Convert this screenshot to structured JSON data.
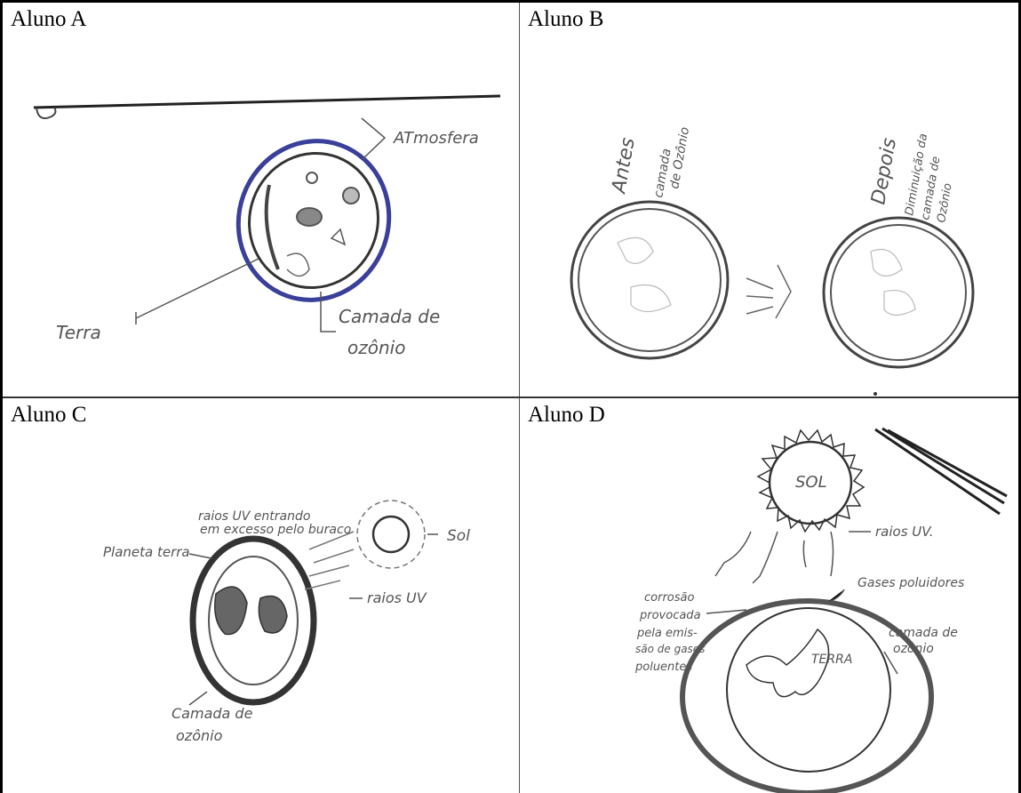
{
  "panels": [
    {
      "label": "Aluno A",
      "annotations": {
        "atmosfera": "ATmosfera",
        "terra": "Terra",
        "camada1": "Camada de",
        "camada2": "ozônio"
      }
    },
    {
      "label": "Aluno B",
      "annotations": {
        "antes": "Antes",
        "camada_antes1": "camada",
        "camada_antes2": "de Ozônio",
        "depois": "Depois",
        "dim1": "Diminuição da",
        "dim2": "camada de",
        "dim3": "Ozônio"
      }
    },
    {
      "label": "Aluno C",
      "annotations": {
        "raios_entrando1": "raios UV entrando",
        "raios_entrando2": "em excesso pelo buraco",
        "sol": "Sol",
        "planeta": "Planeta terra",
        "raios_uv": "raios UV",
        "camada1": "Camada de",
        "camada2": "ozônio"
      }
    },
    {
      "label": "Aluno D",
      "annotations": {
        "sol": "SOL",
        "raios": "raios UV.",
        "gases": "Gases poluidores",
        "corrosao1": "corrosão",
        "corrosao2": "provocada",
        "corrosao3": "pela emis-",
        "corrosao4": "são de gases",
        "corrosao5": "poluentes",
        "camada1": "camada de",
        "camada2": "ozônio",
        "terra": "TERRA"
      }
    }
  ],
  "colors": {
    "pencil": "#555555",
    "blue_pencil": "#3a3f9a",
    "border": "#000000"
  }
}
